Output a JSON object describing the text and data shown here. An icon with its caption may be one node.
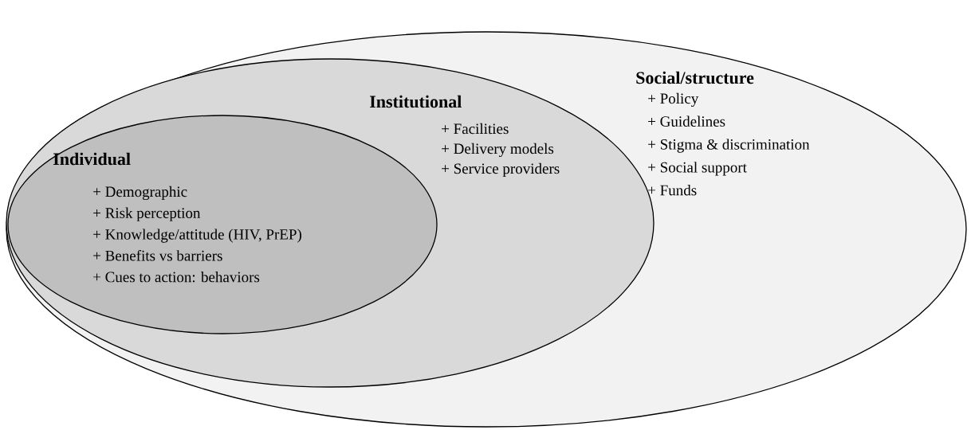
{
  "diagram": {
    "nodes": [
      {
        "text": [
          "Social/structure",
          "+ Policy",
          "+ Guidelines",
          "+ Stigma & discrimination",
          "+ Social support",
          "+ Funds"
        ]
      },
      {
        "text": [
          "Institutional",
          "+ Facilities",
          "+ Delivery models",
          "+ Service providers"
        ],
        "in": 0
      },
      {
        "text": [
          "Individual",
          "+ Demographic",
          "+ Risk perception",
          "+ Knowledge/attitude (HIV, PrEP)",
          "+ Benefits vs barriers",
          "+ Cues to action: behaviors"
        ],
        "in": 1
      }
    ]
  }
}
